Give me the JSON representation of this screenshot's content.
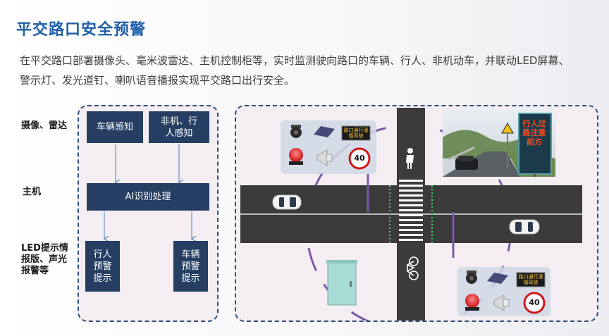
{
  "title": "平交路口安全预警",
  "description": "在平交路口部署摄像头、毫米波雷达、主机控制柜等，实时监测驶向路口的车辆、行人、非机动车，并联动LED屏幕、警示灯、发光道钉、喇叭语音播报实现平交路口出行安全。",
  "diagram": {
    "row_labels": {
      "sensing": "摄像、雷达",
      "host": "主机",
      "output": "LED提示情报版、声光报警等"
    },
    "boxes": {
      "vehicle_sensing": "车辆感知",
      "nonmotor_pedestrian_sensing": "非机、行人感知",
      "ai_processing": "AI识别处理",
      "pedestrian_warning": "行人预警提示",
      "vehicle_warning": "车辆预警提示"
    }
  },
  "scene": {
    "roadside_sign_text": "行人过路注意前方",
    "led_panel_text": "路口通行谨慎驾驶",
    "speed_limit": "40",
    "colors": {
      "road": "#3b3b3b",
      "arc": "#7a5aa6",
      "device_cluster_bg": "#cfd8e6",
      "cabinet": "#a8dcd7"
    }
  }
}
